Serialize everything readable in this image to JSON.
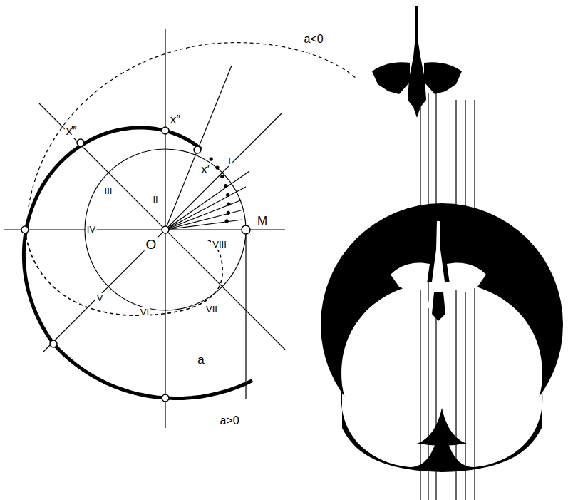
{
  "diagram": {
    "labels": [
      "a<0",
      "x‴",
      "x″",
      "x′",
      "I",
      "II",
      "III",
      "IV",
      "V",
      "VI",
      "VII",
      "VIII",
      "O",
      "M",
      "a",
      "a>0"
    ]
  }
}
